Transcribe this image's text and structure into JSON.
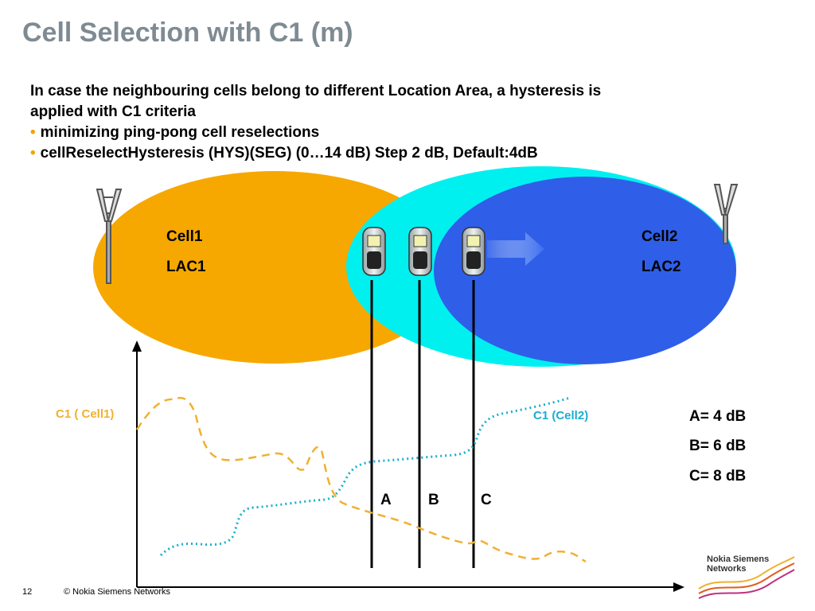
{
  "slide": {
    "title": "Cell Selection with C1 (m)",
    "intro_line1": "In case the neighbouring cells belong to different Location Area, a hysteresis is",
    "intro_line2": "applied with C1 criteria",
    "bullets": [
      "minimizing ping-pong cell reselections",
      "cellReselectHysteresis (HYS)(SEG) (0…14 dB) Step 2 dB, Default:4dB"
    ]
  },
  "cells": {
    "cell1_name": "Cell1",
    "cell1_lac": "LAC1",
    "cell2_name": "Cell2",
    "cell2_lac": "LAC2"
  },
  "curves": {
    "c1_cell1_label": "C1 ( Cell1)",
    "c1_cell2_label": "C1 (Cell2)"
  },
  "markers": [
    "A",
    "B",
    "C"
  ],
  "hysteresis_values": [
    "A= 4 dB",
    "B= 6 dB",
    "C= 8 dB"
  ],
  "footer": {
    "page_number": "12",
    "copyright": "© Nokia Siemens Networks"
  },
  "logo": {
    "line1": "Nokia Siemens",
    "line2": "Networks"
  },
  "colors": {
    "title": "#7f8b93",
    "bullet": "#f4a300",
    "cell1_fill": "#f6a800",
    "cell2_fill": "#2f5fe8",
    "cyan_zone": "#00f0f0",
    "c1_cell1_curve": "#f0b030",
    "c1_cell2_curve": "#1aaecf"
  }
}
